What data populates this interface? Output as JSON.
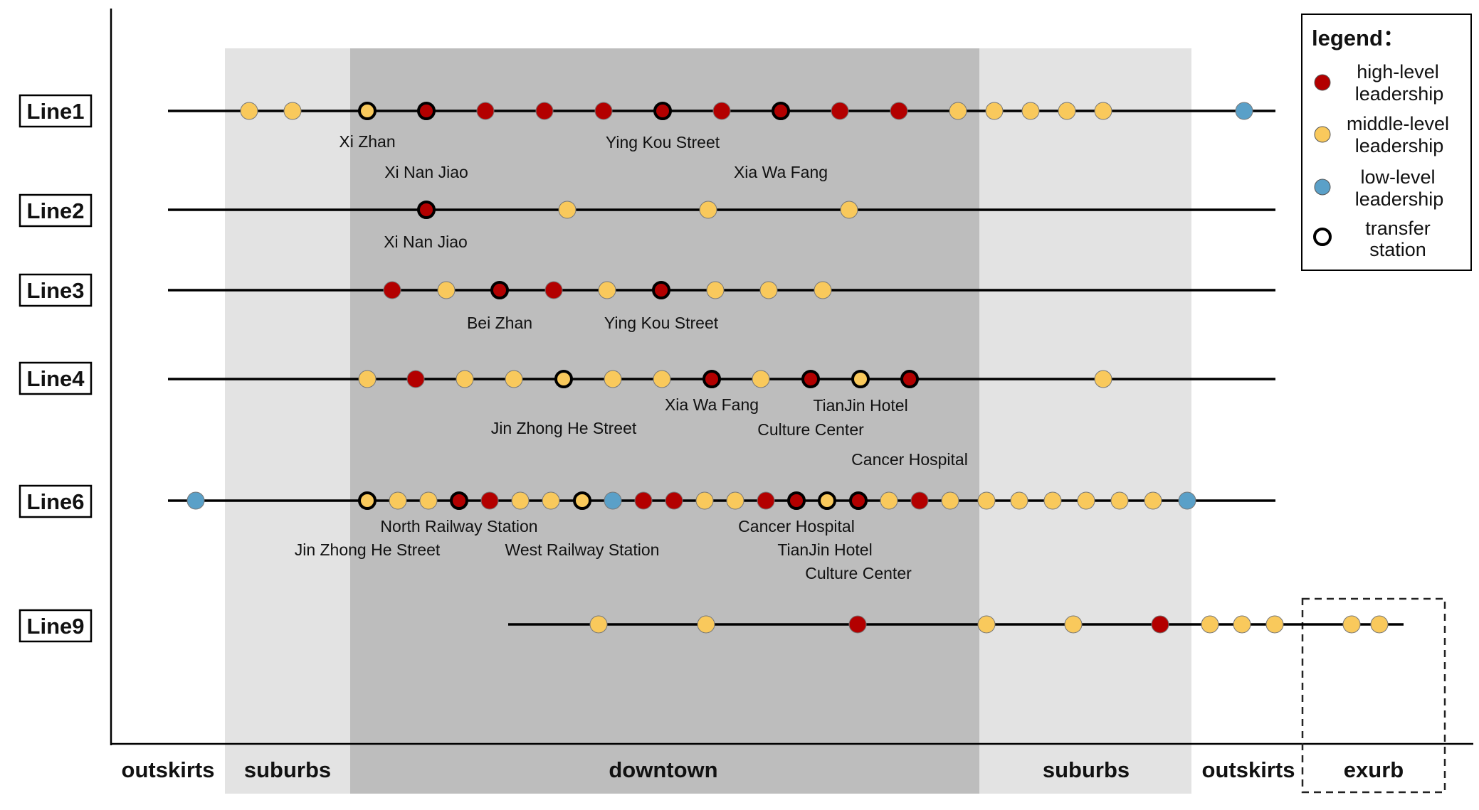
{
  "colors": {
    "high": "#b30000",
    "middle": "#f9c95c",
    "low": "#5aa0c8",
    "suburbs_bg": "#e3e3e3",
    "downtown_bg": "#bdbdbd"
  },
  "zones": [
    {
      "id": "outskirts-left",
      "label": "outskirts",
      "fill": "none"
    },
    {
      "id": "suburbs-left",
      "label": "suburbs",
      "fill": "suburbs"
    },
    {
      "id": "downtown",
      "label": "downtown",
      "fill": "downtown"
    },
    {
      "id": "suburbs-right",
      "label": "suburbs",
      "fill": "suburbs"
    },
    {
      "id": "outskirts-right",
      "label": "outskirts",
      "fill": "none"
    },
    {
      "id": "exurb",
      "label": "exurb",
      "fill": "dashed"
    }
  ],
  "lines": [
    {
      "label": "Line1",
      "stations": [
        {
          "level": "middle",
          "transfer": false
        },
        {
          "level": "middle",
          "transfer": false
        },
        {
          "level": "middle",
          "transfer": true
        },
        {
          "level": "high",
          "transfer": true
        },
        {
          "level": "high",
          "transfer": false
        },
        {
          "level": "high",
          "transfer": false
        },
        {
          "level": "high",
          "transfer": false
        },
        {
          "level": "high",
          "transfer": true
        },
        {
          "level": "high",
          "transfer": false
        },
        {
          "level": "high",
          "transfer": true
        },
        {
          "level": "high",
          "transfer": false
        },
        {
          "level": "high",
          "transfer": false
        },
        {
          "level": "middle",
          "transfer": false
        },
        {
          "level": "middle",
          "transfer": false
        },
        {
          "level": "middle",
          "transfer": false
        },
        {
          "level": "middle",
          "transfer": false
        },
        {
          "level": "middle",
          "transfer": false
        },
        {
          "level": "low",
          "transfer": false
        }
      ],
      "names": [
        "Xi Zhan",
        "Xi Nan Jiao",
        "Ying Kou Street",
        "Xia Wa Fang"
      ]
    },
    {
      "label": "Line2",
      "stations": [
        {
          "level": "high",
          "transfer": true
        },
        {
          "level": "middle",
          "transfer": false
        },
        {
          "level": "middle",
          "transfer": false
        },
        {
          "level": "middle",
          "transfer": false
        }
      ],
      "names": [
        "Xi Nan Jiao"
      ]
    },
    {
      "label": "Line3",
      "stations": [
        {
          "level": "high",
          "transfer": false
        },
        {
          "level": "middle",
          "transfer": false
        },
        {
          "level": "high",
          "transfer": true
        },
        {
          "level": "high",
          "transfer": false
        },
        {
          "level": "middle",
          "transfer": false
        },
        {
          "level": "high",
          "transfer": true
        },
        {
          "level": "middle",
          "transfer": false
        },
        {
          "level": "middle",
          "transfer": false
        },
        {
          "level": "middle",
          "transfer": false
        }
      ],
      "names": [
        "Bei Zhan",
        "Ying Kou Street"
      ]
    },
    {
      "label": "Line4",
      "stations": [
        {
          "level": "middle",
          "transfer": false
        },
        {
          "level": "high",
          "transfer": false
        },
        {
          "level": "middle",
          "transfer": false
        },
        {
          "level": "middle",
          "transfer": false
        },
        {
          "level": "middle",
          "transfer": true
        },
        {
          "level": "middle",
          "transfer": false
        },
        {
          "level": "middle",
          "transfer": false
        },
        {
          "level": "high",
          "transfer": true
        },
        {
          "level": "middle",
          "transfer": false
        },
        {
          "level": "high",
          "transfer": true
        },
        {
          "level": "middle",
          "transfer": true
        },
        {
          "level": "high",
          "transfer": true
        },
        {
          "level": "middle",
          "transfer": false
        }
      ],
      "names": [
        "Jin Zhong He Street",
        "Xia Wa Fang",
        "TianJin Hotel",
        "Culture Center",
        "Cancer Hospital"
      ]
    },
    {
      "label": "Line6",
      "stations": [
        {
          "level": "low",
          "transfer": false
        },
        {
          "level": "middle",
          "transfer": true
        },
        {
          "level": "middle",
          "transfer": false
        },
        {
          "level": "middle",
          "transfer": false
        },
        {
          "level": "high",
          "transfer": true
        },
        {
          "level": "high",
          "transfer": false
        },
        {
          "level": "middle",
          "transfer": false
        },
        {
          "level": "middle",
          "transfer": false
        },
        {
          "level": "middle",
          "transfer": true
        },
        {
          "level": "low",
          "transfer": false
        },
        {
          "level": "high",
          "transfer": false
        },
        {
          "level": "high",
          "transfer": false
        },
        {
          "level": "middle",
          "transfer": false
        },
        {
          "level": "middle",
          "transfer": false
        },
        {
          "level": "high",
          "transfer": false
        },
        {
          "level": "high",
          "transfer": true
        },
        {
          "level": "middle",
          "transfer": true
        },
        {
          "level": "high",
          "transfer": true
        },
        {
          "level": "middle",
          "transfer": false
        },
        {
          "level": "high",
          "transfer": false
        },
        {
          "level": "middle",
          "transfer": false
        },
        {
          "level": "middle",
          "transfer": false
        },
        {
          "level": "middle",
          "transfer": false
        },
        {
          "level": "middle",
          "transfer": false
        },
        {
          "level": "middle",
          "transfer": false
        },
        {
          "level": "middle",
          "transfer": false
        },
        {
          "level": "middle",
          "transfer": false
        },
        {
          "level": "low",
          "transfer": false
        }
      ],
      "names": [
        "North Railway Station",
        "Jin Zhong He Street",
        "West Railway Station",
        "Cancer Hospital",
        "TianJin Hotel",
        "Culture Center"
      ]
    },
    {
      "label": "Line9",
      "stations": [
        {
          "level": "middle",
          "transfer": false
        },
        {
          "level": "middle",
          "transfer": false
        },
        {
          "level": "high",
          "transfer": false
        },
        {
          "level": "middle",
          "transfer": false
        },
        {
          "level": "middle",
          "transfer": false
        },
        {
          "level": "high",
          "transfer": false
        },
        {
          "level": "middle",
          "transfer": false
        },
        {
          "level": "middle",
          "transfer": false
        },
        {
          "level": "middle",
          "transfer": false
        },
        {
          "level": "middle",
          "transfer": false
        },
        {
          "level": "middle",
          "transfer": false
        }
      ],
      "names": []
    }
  ],
  "legend": {
    "title": "legend：",
    "items": [
      {
        "kind": "high",
        "line1": "high-level",
        "line2": "leadership"
      },
      {
        "kind": "middle",
        "line1": "middle-level",
        "line2": "leadership"
      },
      {
        "kind": "low",
        "line1": "low-level",
        "line2": "leadership"
      },
      {
        "kind": "transfer",
        "line1": "transfer",
        "line2": "station"
      }
    ]
  }
}
